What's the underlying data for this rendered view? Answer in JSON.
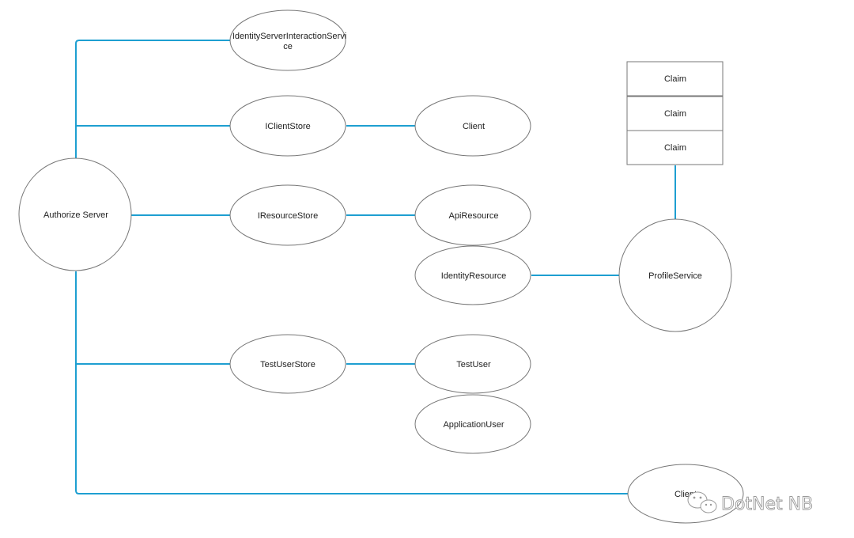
{
  "nodes": {
    "identity_server_interaction_service": {
      "line1": "IdentityServerInteractionServi",
      "line2": "ce"
    },
    "iclient_store": {
      "label": "IClientStore"
    },
    "client": {
      "label": "Client"
    },
    "authorize_server": {
      "label": "Authorize Server"
    },
    "iresource_store": {
      "label": "IResourceStore"
    },
    "api_resource": {
      "label": "ApiResource"
    },
    "identity_resource": {
      "label": "IdentityResource"
    },
    "profile_service": {
      "label": "ProfileService"
    },
    "test_user_store": {
      "label": "TestUserStore"
    },
    "test_user": {
      "label": "TestUser"
    },
    "application_user": {
      "label": "ApplicationUser"
    },
    "bottom_client": {
      "label": "Client"
    }
  },
  "claims": [
    "Claim",
    "Claim",
    "Claim"
  ],
  "watermark": {
    "text": "DotNet NB",
    "icon": "wechat-icon"
  },
  "colors": {
    "connector": "#1e9fd1",
    "outline": "#777777"
  }
}
